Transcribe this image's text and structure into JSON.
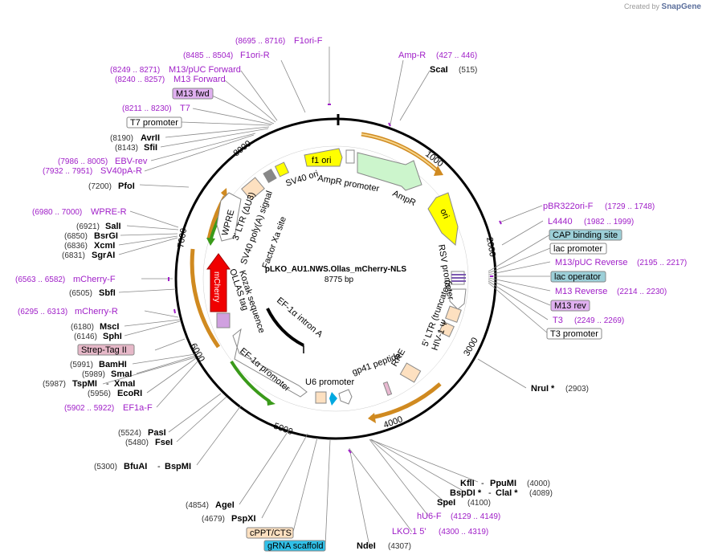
{
  "watermark": {
    "prefix": "Created by",
    "brand": "SnapGene"
  },
  "plasmid": {
    "name": "pLKO_AU1.NWS.Ollas_mCherry-NLS",
    "size": "8775 bp"
  },
  "colors": {
    "primer": "#a020c8",
    "site": "#000000",
    "coord": "#333333",
    "backbone": "#000000",
    "arrow_orange": "#d08a20",
    "arrow_green": "#3a9a1a"
  },
  "ticks": [
    "1000",
    "2000",
    "3000",
    "4000",
    "5000",
    "6000",
    "7000",
    "8000"
  ],
  "labels": {
    "f1ori_f_coord": "(8695 .. 8716)",
    "f1ori_f": "F1ori-F",
    "f1ori_r_coord": "(8485 .. 8504)",
    "f1ori_r": "F1ori-R",
    "m13puc_fwd_coord": "(8249 .. 8271)",
    "m13puc_fwd": "M13/pUC Forward",
    "m13_fwd_full_coord": "(8240 .. 8257)",
    "m13_fwd_full": "M13 Forward",
    "m13fwd_box": "M13 fwd",
    "t7_coord": "(8211 .. 8230)",
    "t7": "T7",
    "t7_promoter": "T7 promoter",
    "avrii_coord": "(8190)",
    "avrii": "AvrII",
    "sfii_coord": "(8143)",
    "sfii": "SfiI",
    "ebv_coord": "(7986 .. 8005)",
    "ebv": "EBV-rev",
    "sv40pa_coord": "(7932 .. 7951)",
    "sv40pa": "SV40pA-R",
    "pfoi_coord": "(7200)",
    "pfoi": "PfoI",
    "wpre_r_coord": "(6980 .. 7000)",
    "wpre_r": "WPRE-R",
    "sali_coord": "(6921)",
    "sali": "SalI",
    "bsrgi_coord": "(6850)",
    "bsrgi": "BsrGI",
    "xcmi_coord": "(6836)",
    "xcmi": "XcmI",
    "sgrai_coord": "(6831)",
    "sgrai": "SgrAI",
    "mcherry_f_coord": "(6563 .. 6582)",
    "mcherry_f": "mCherry-F",
    "sbfi_coord": "(6505)",
    "sbfi": "SbfI",
    "mcherry_r_coord": "(6295 .. 6313)",
    "mcherry_r": "mCherry-R",
    "msci_coord": "(6180)",
    "msci": "MscI",
    "sphi_coord": "(6146)",
    "sphi": "SphI",
    "strep_tag": "Strep-Tag II",
    "bamhi_coord": "(5991)",
    "bamhi": "BamHI",
    "smai_coord": "(5989)",
    "smai": "SmaI",
    "tspmi_coord": "(5987)",
    "tspmi": "TspMI",
    "xmai": "XmaI",
    "ecori_coord": "(5956)",
    "ecori": "EcoRI",
    "ef1a_f_coord": "(5902 .. 5922)",
    "ef1a_f": "EF1a-F",
    "pasi_coord": "(5524)",
    "pasi": "PasI",
    "fsei_coord": "(5480)",
    "fsei": "FseI",
    "bfuai_coord": "(5300)",
    "bfuai": "BfuAI",
    "bspmi": "BspMI",
    "agei_coord": "(4854)",
    "agei": "AgeI",
    "pspxi_coord": "(4679)",
    "pspxi": "PspXI",
    "cppt": "cPPT/CTS",
    "grna": "gRNA scaffold",
    "ndei": "NdeI",
    "ndei_coord": "(4307)",
    "lko_r": "LKO.1 5'",
    "lko_r_coord": "(4300 .. 4319)",
    "hu6_f": "hU6-F",
    "hu6_f_coord": "(4129 .. 4149)",
    "spei": "SpeI",
    "spei_coord": "(4100)",
    "bspdi": "BspDI *",
    "clai": "ClaI *",
    "clai_coord": "(4089)",
    "kfli": "KflI",
    "ppumi": "PpuMI",
    "ppumi_coord": "(4000)",
    "nrui": "NruI *",
    "nrui_coord": "(2903)",
    "t3_promoter": "T3 promoter",
    "t3": "T3",
    "t3_coord": "(2249 .. 2269)",
    "m13rev_box": "M13 rev",
    "m13_reverse": "M13 Reverse",
    "m13_reverse_coord": "(2214 .. 2230)",
    "lac_operator": "lac operator",
    "m13puc_rev": "M13/pUC Reverse",
    "m13puc_rev_coord": "(2195 .. 2217)",
    "lac_promoter": "lac promoter",
    "cap_site": "CAP binding site",
    "l4440": "L4440",
    "l4440_coord": "(1982 .. 1999)",
    "pbr322": "pBR322ori-F",
    "pbr322_coord": "(1729 .. 1748)",
    "amp_r": "Amp-R",
    "amp_r_coord": "(427 .. 446)",
    "scai": "ScaI",
    "scai_coord": "(515)"
  },
  "features": {
    "f1_ori": "f1 ori",
    "sv40_ori": "SV40 ori",
    "ampr_promoter": "AmpR promoter",
    "ampr": "AmpR",
    "ori": "ori",
    "rsv_promoter": "RSV promoter",
    "ltr5": "5' LTR (truncated)",
    "hiv_psi": "HIV-1 Ψ",
    "rre": "RRE",
    "gp41": "gp41 peptide",
    "u6": "U6 promoter",
    "ef1a_promoter": "EF-1α promoter",
    "ef1a_intron": "EF-1α intron A",
    "kozak": "Kozak sequence",
    "ollas": "OLLAS tag",
    "mcherry": "mCherry",
    "wpre": "WPRE",
    "ltr3": "3' LTR (ΔU3)",
    "sv40_polya": "SV40 poly(A) signal",
    "factor_xa": "Factor Xa site"
  }
}
